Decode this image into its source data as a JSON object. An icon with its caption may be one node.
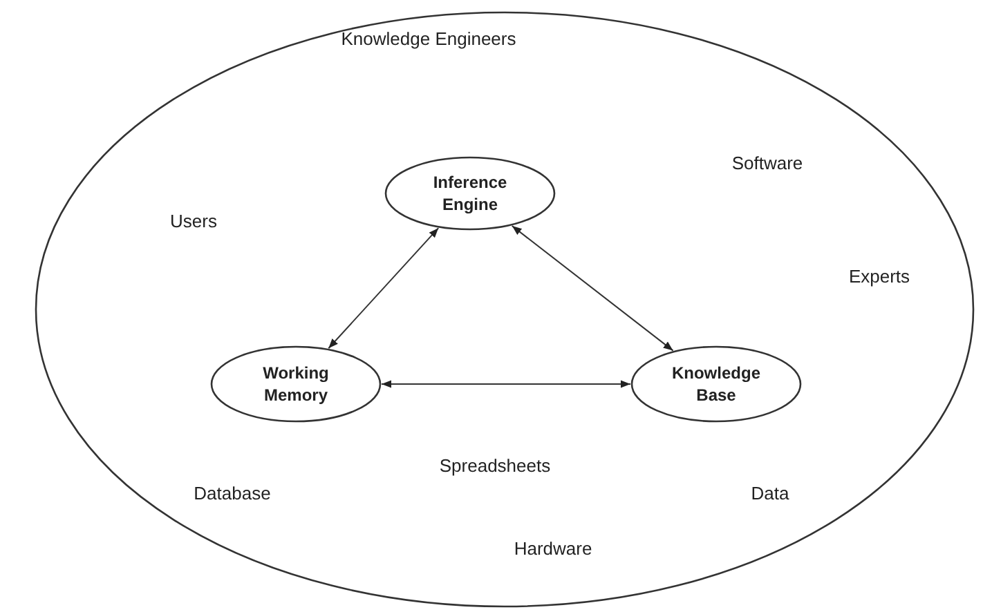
{
  "diagram": {
    "nodes": [
      {
        "text": [
          "Knowledge Engineers",
          "Software",
          "Users",
          "Experts",
          "Spreadsheets",
          "Database",
          "Data",
          "Hardware"
        ]
      },
      {
        "text": [
          "Inference Engine"
        ],
        "in": 0
      },
      {
        "text": [
          "Working Memory"
        ],
        "in": 0
      },
      {
        "text": [
          "Knowledge Base"
        ],
        "in": 0
      }
    ],
    "edges": [
      {
        "from": 1,
        "to": 2,
        "arrow": "both"
      },
      {
        "from": 1,
        "to": 3,
        "arrow": "both"
      },
      {
        "from": 2,
        "to": 3,
        "arrow": "both"
      }
    ]
  }
}
